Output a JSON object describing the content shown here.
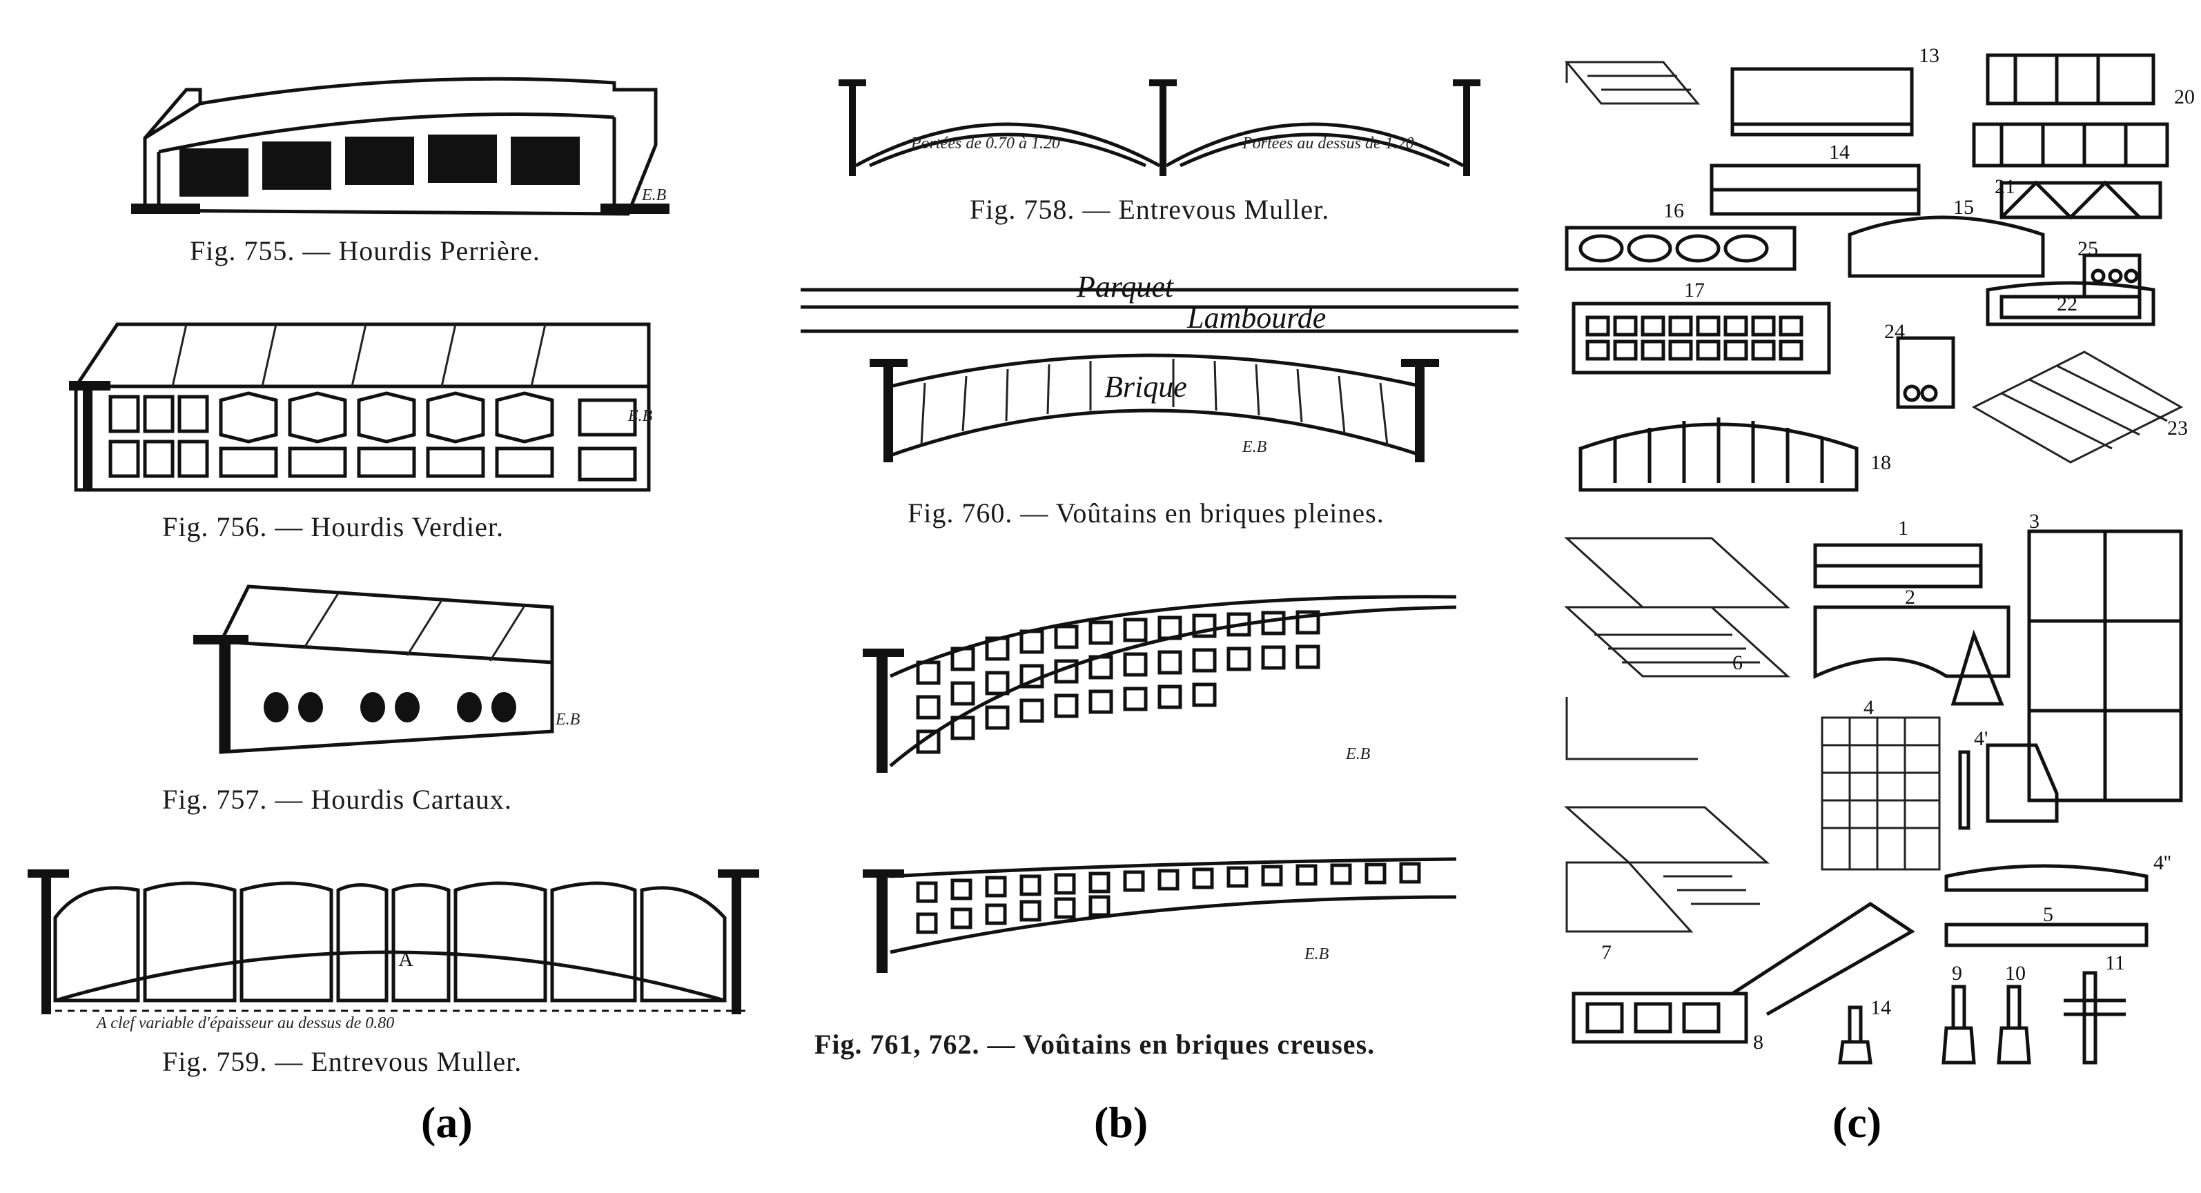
{
  "panel_a": {
    "label": "(a)",
    "fig755": {
      "caption": "Fig. 755. — Hourdis Perrière.",
      "sig": "E.B"
    },
    "fig756": {
      "caption": "Fig. 756. — Hourdis Verdier.",
      "sig": "E.B"
    },
    "fig757": {
      "caption": "Fig. 757. — Hourdis Cartaux.",
      "sig": "E.B"
    },
    "fig759": {
      "caption": "Fig. 759. — Entrevous Muller.",
      "block_letter": "A",
      "note": "A clef variable d'épaisseur au dessus de 0.80"
    }
  },
  "panel_b": {
    "label": "(b)",
    "fig758": {
      "caption": "Fig. 758. — Entrevous Muller.",
      "span_left": "Portées de 0.70 à 1.20",
      "span_right": "Portées au dessus de 1.20"
    },
    "fig760": {
      "caption": "Fig. 760. — Voûtains en briques pleines.",
      "parquet": "Parquet",
      "lambourde": "Lambourde",
      "brique": "Brique",
      "sig": "E.B"
    },
    "fig761": {
      "caption": "Fig. 761, 762. — Voûtains en briques creuses.",
      "sig_top": "E.B",
      "sig_bottom": "E.B"
    }
  },
  "panel_c": {
    "label": "(c)",
    "numbers_top": [
      "13",
      "14",
      "15",
      "16",
      "17",
      "18",
      "20",
      "21",
      "22",
      "23",
      "24",
      "25"
    ],
    "numbers_bottom": [
      "1",
      "2",
      "3",
      "4",
      "4'",
      "4''",
      "5",
      "6",
      "7",
      "8",
      "9",
      "10",
      "11",
      "14"
    ]
  }
}
